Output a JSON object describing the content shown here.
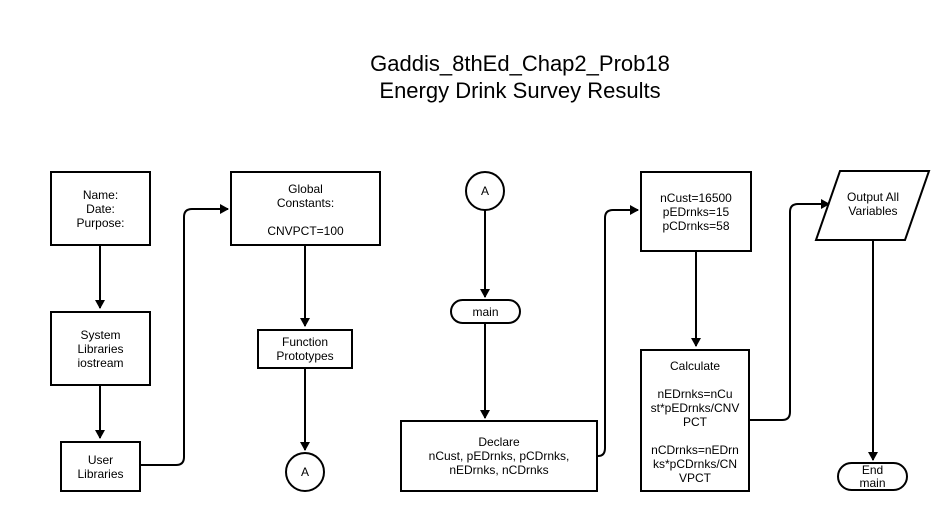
{
  "title": {
    "line1": "Gaddis_8thEd_Chap2_Prob18",
    "line2": "Energy Drink Survey Results"
  },
  "nodes": {
    "header": "Name:\nDate:\nPurpose:",
    "system_libraries": "System\nLibraries\niostream",
    "user_libraries": "User\nLibraries",
    "global_constants": "Global\nConstants:\n\nCNVPCT=100",
    "function_prototypes": "Function\nPrototypes",
    "connector_a_left": "A",
    "connector_a_top": "A",
    "main": "main",
    "declare": "Declare\nnCust, pEDrnks, pCDrnks,\nnEDrnks, nCDrnks",
    "initialize": "nCust=16500\npEDrnks=15\npCDrnks=58",
    "calculate": "Calculate\n\nnEDrnks=nCu\nst*pEDrnks/CNV\nPCT\n\nnCDrnks=nEDrn\nks*pCDrnks/CN\nVPCT",
    "output": "Output All\nVariables",
    "end_main": "End\nmain"
  },
  "colors": {
    "stroke": "#000000",
    "background": "#ffffff"
  }
}
